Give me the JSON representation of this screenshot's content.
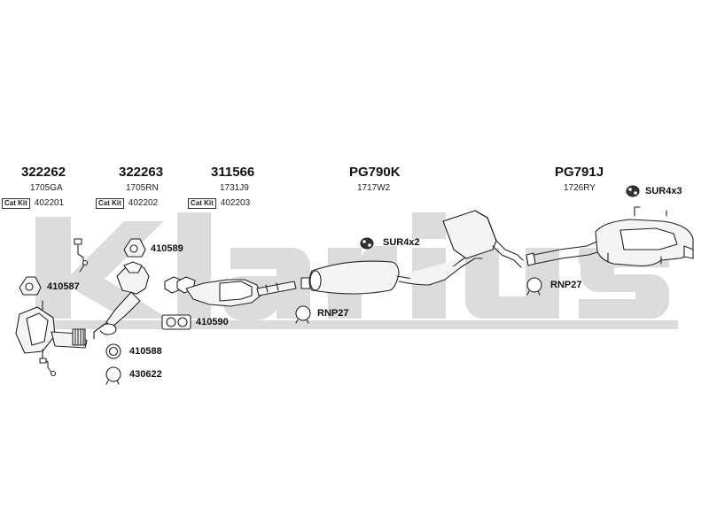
{
  "watermark": {
    "text": "klarius"
  },
  "groups": [
    {
      "part": "322262",
      "oe": "1705GA",
      "kit_tag": "Cat Kit",
      "kit": "402201"
    },
    {
      "part": "322263",
      "oe": "1705RN",
      "kit_tag": "Cat Kit",
      "kit": "402202"
    },
    {
      "part": "311566",
      "oe": "1731J9",
      "kit_tag": "Cat Kit",
      "kit": "402203"
    },
    {
      "part": "PG790K",
      "oe": "1717W2"
    },
    {
      "part": "PG791J",
      "oe": "1726RY"
    }
  ],
  "fittings": [
    {
      "code": "410589",
      "icon": "gasket-triangle-icon"
    },
    {
      "code": "410587",
      "icon": "gasket-triangle-icon"
    },
    {
      "code": "410590",
      "icon": "gasket-double-icon"
    },
    {
      "code": "410588",
      "icon": "ring-icon"
    },
    {
      "code": "430622",
      "icon": "clamp-icon"
    },
    {
      "code": "RNP27",
      "icon": "clamp-icon"
    },
    {
      "code": "SUR4x2",
      "icon": "rubber-mount-icon"
    },
    {
      "code": "RNP27",
      "icon": "clamp-icon"
    },
    {
      "code": "SUR4x3",
      "icon": "rubber-mount-icon"
    }
  ],
  "colors": {
    "watermark": "#dcdcdc",
    "line": "#222222",
    "metal": "#f4f4f4"
  }
}
